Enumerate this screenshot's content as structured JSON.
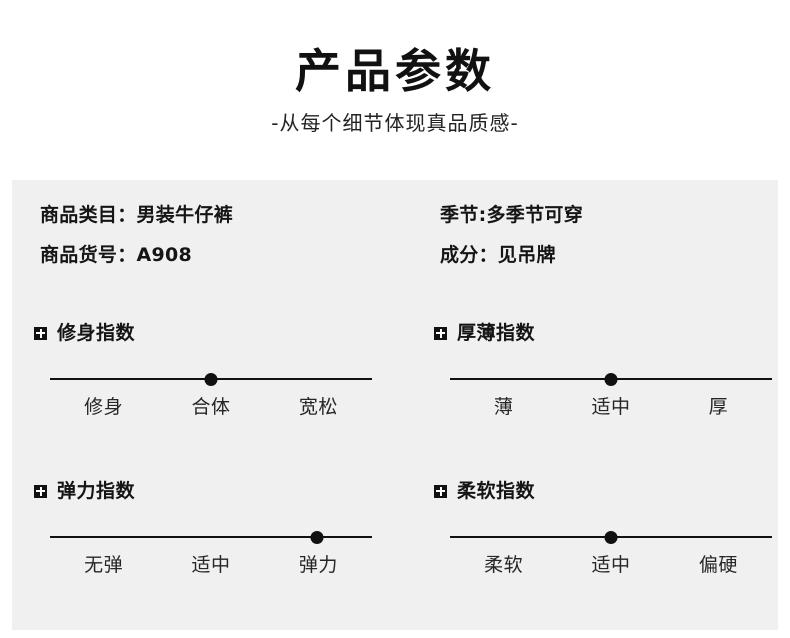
{
  "header": {
    "title": "产品参数",
    "subtitle": "-从每个细节体现真品质感-"
  },
  "spec_panel": {
    "background_color": "#f0f0f0",
    "info": {
      "left": [
        "商品类目：男装牛仔裤",
        "商品货号：A908"
      ],
      "right": [
        "季节:多季节可穿",
        "成分：见吊牌"
      ]
    },
    "indices": [
      {
        "id": "fit-index",
        "icon": "plus-square-icon",
        "title": "修身指数",
        "labels": [
          "修身",
          "合体",
          "宽松"
        ],
        "value_index": 1,
        "thumb_percent": 50
      },
      {
        "id": "thickness-index",
        "icon": "plus-square-icon",
        "title": "厚薄指数",
        "labels": [
          "薄",
          "适中",
          "厚"
        ],
        "value_index": 1,
        "thumb_percent": 50
      },
      {
        "id": "elasticity-index",
        "icon": "plus-square-icon",
        "title": "弹力指数",
        "labels": [
          "无弹",
          "适中",
          "弹力"
        ],
        "value_index": 2,
        "thumb_percent": 83
      },
      {
        "id": "softness-index",
        "icon": "plus-square-icon",
        "title": "柔软指数",
        "labels": [
          "柔软",
          "适中",
          "偏硬"
        ],
        "value_index": 1,
        "thumb_percent": 50
      }
    ]
  },
  "colors": {
    "accent": "#111111",
    "panel": "#f0f0f0",
    "page": "#ffffff",
    "text": "#1a1a1a"
  }
}
